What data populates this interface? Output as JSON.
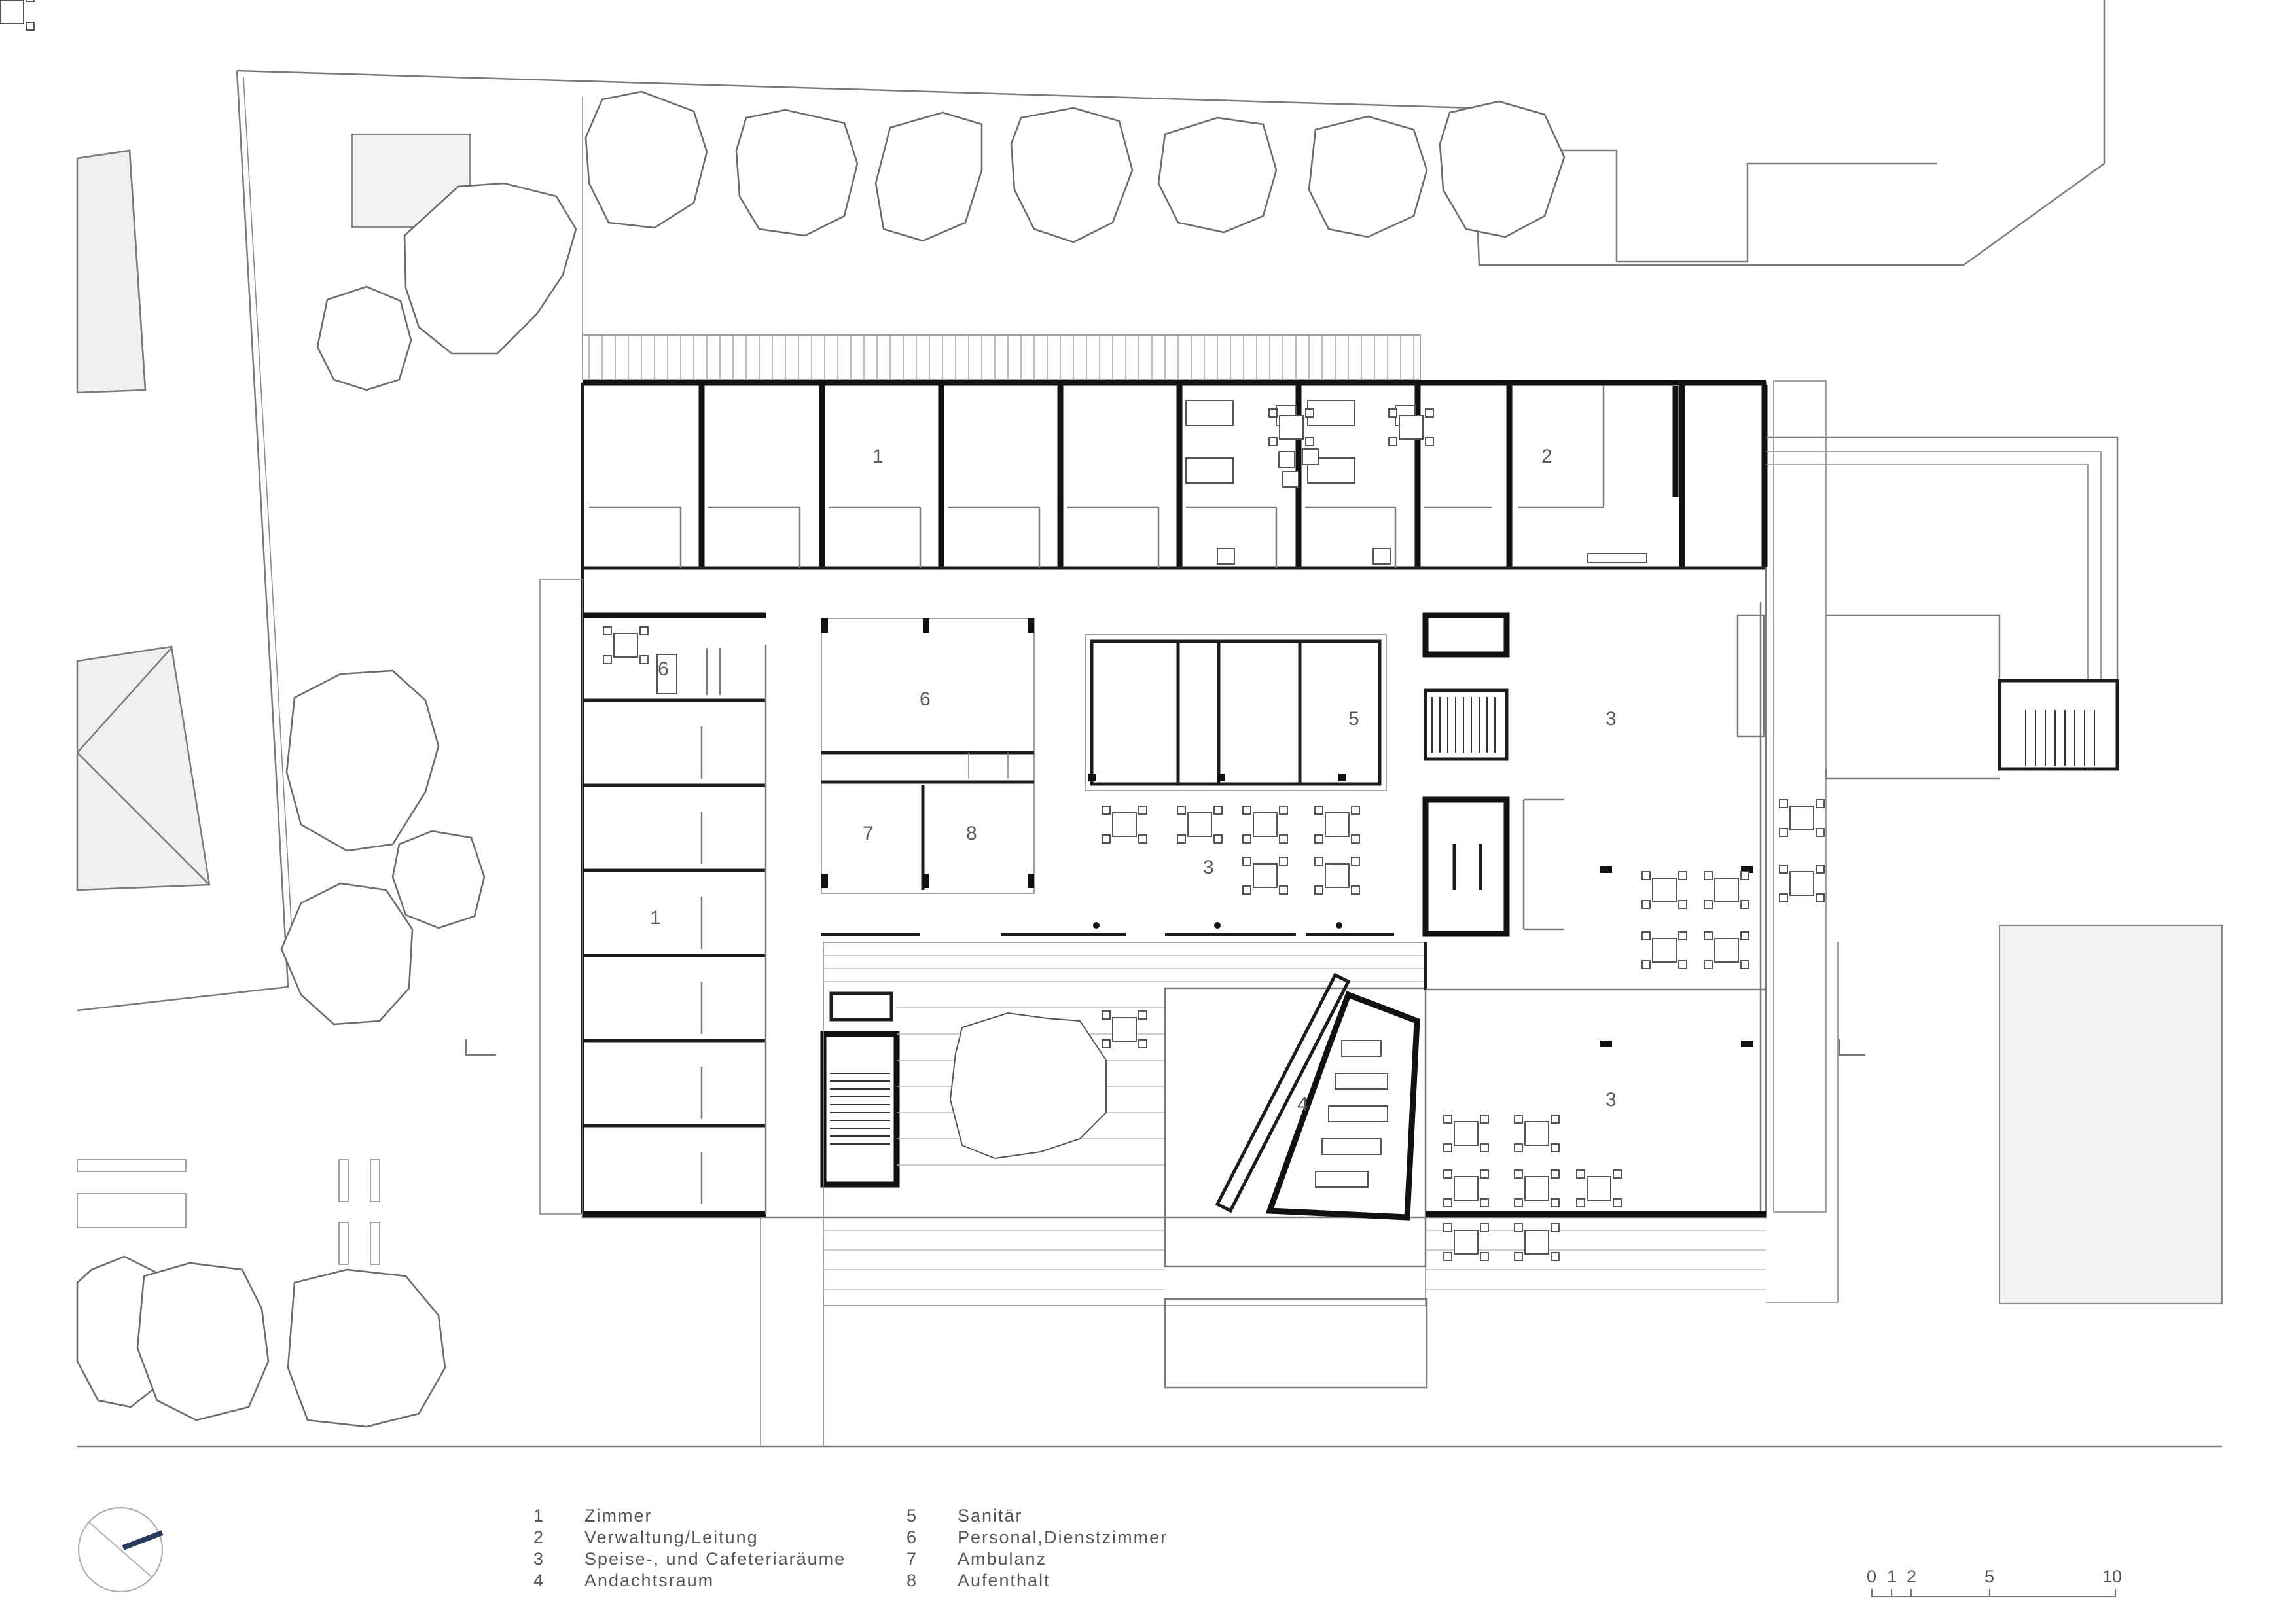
{
  "legend": {
    "left": [
      {
        "num": "1",
        "label": "Zimmer"
      },
      {
        "num": "2",
        "label": "Verwaltung/Leitung"
      },
      {
        "num": "3",
        "label": "Speise-, und Cafeteriaräume"
      },
      {
        "num": "4",
        "label": "Andachtsraum"
      }
    ],
    "right": [
      {
        "num": "5",
        "label": "Sanitär"
      },
      {
        "num": "6",
        "label": "Personal,Dienstzimmer"
      },
      {
        "num": "7",
        "label": "Ambulanz"
      },
      {
        "num": "8",
        "label": "Aufenthalt"
      }
    ]
  },
  "room_numbers": {
    "r1_top": "1",
    "r2": "2",
    "r3_east": "3",
    "r3_center": "3",
    "r3_south": "3",
    "r4": "4",
    "r5": "5",
    "r6_core": "6",
    "r6_west": "6",
    "r7": "7",
    "r8": "8",
    "r1_west": "1"
  },
  "scale_bar": {
    "unit_note": "",
    "ticks": [
      "0",
      "1",
      "2",
      "5",
      "10"
    ]
  },
  "north_arrow": {
    "color": "#2b3a5c"
  }
}
